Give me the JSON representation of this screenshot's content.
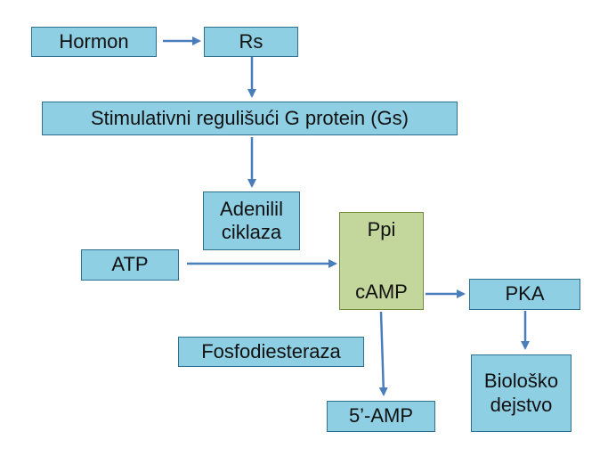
{
  "nodes": {
    "hormon": "Hormon",
    "rs": "Rs",
    "gs": "Stimulativni regulišući G protein (Gs)",
    "adenilil_line1": "Adenilil",
    "adenilil_line2": "ciklaza",
    "atp": "ATP",
    "ppi": "Ppi",
    "camp": "cAMP",
    "pka": "PKA",
    "fosfodiesteraza": "Fosfodiesteraza",
    "bio_line1": "Biološko",
    "bio_line2": "dejstvo",
    "amp5": "5’-AMP"
  },
  "colors": {
    "box_fill": "#8ecfe3",
    "box_border": "#2f6f8f",
    "highlight_fill": "#c3d69b",
    "arrow": "#4a7ebb"
  }
}
